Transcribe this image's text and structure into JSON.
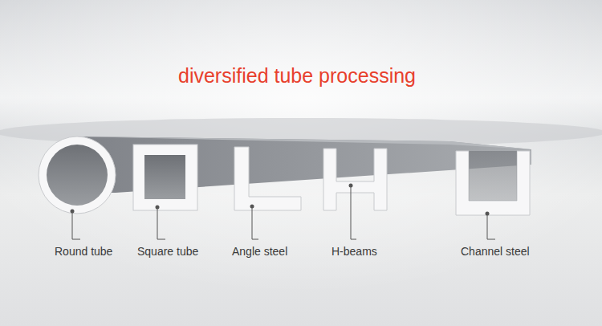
{
  "diagram": {
    "title": "diversified tube processing",
    "labels": [
      "Round tube",
      "Square tube",
      "Angle steel",
      "H-beams",
      "Channel steel"
    ]
  }
}
